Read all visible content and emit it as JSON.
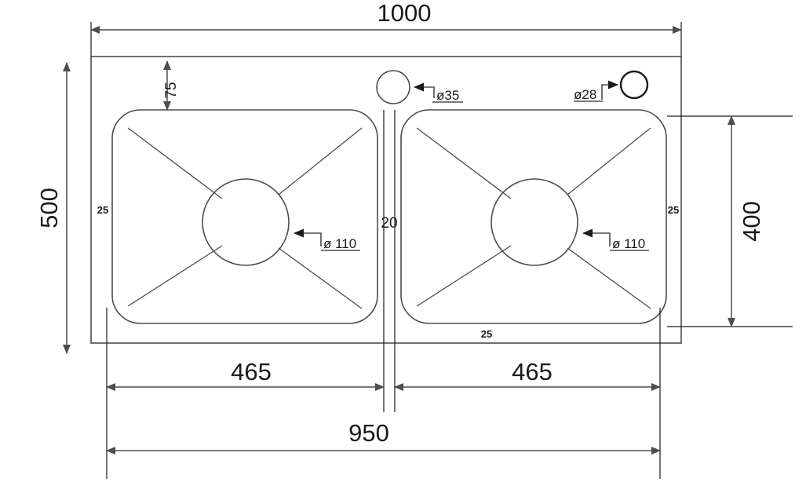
{
  "drawing": {
    "type": "technical-drawing",
    "subject": "double-bowl-sink-cutout",
    "units": "mm",
    "background_color": "#ffffff",
    "line_color": "#4d4d4d",
    "text_color": "#1a1a1a"
  },
  "dimensions": {
    "overall_width": "1000",
    "overall_height": "500",
    "bowl_field_width": "950",
    "bowl_height": "400",
    "top_margin": "75",
    "left_bowl_span": "465",
    "right_bowl_span": "465",
    "center_divider": "20",
    "corner_radius_left": "25",
    "corner_radius_right": "25",
    "corner_radius_bottom": "25"
  },
  "holes": {
    "tap_hole_large": "ø35",
    "tap_hole_small": "ø28",
    "drain_left": "ø 110",
    "drain_right": "ø 110"
  },
  "labels": {
    "top_width": "1000",
    "left_height": "500",
    "right_height": "400",
    "bottom_total": "950",
    "bottom_left_segment": "465",
    "bottom_right_segment": "465",
    "inner_top_offset": "75",
    "center_gap": "20",
    "left_wall_thickness": "25",
    "right_wall_thickness": "25",
    "bottom_wall_thickness": "25",
    "drain_left_label": "ø 110",
    "drain_right_label": "ø 110",
    "hole_35_label": "ø35",
    "hole_28_label": "ø28"
  }
}
